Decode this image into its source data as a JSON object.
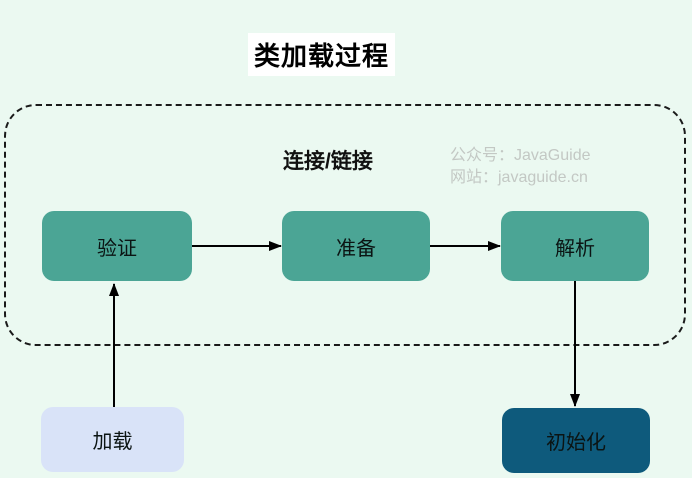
{
  "title": "类加载过程",
  "container": {
    "label": "连接/链接"
  },
  "watermark": {
    "line1": "公众号：JavaGuide",
    "line2": "网站：javaguide.cn"
  },
  "nodes": {
    "load": {
      "label": "加载"
    },
    "verify": {
      "label": "验证"
    },
    "prepare": {
      "label": "准备"
    },
    "resolve": {
      "label": "解析"
    },
    "init": {
      "label": "初始化"
    }
  },
  "edges": [
    {
      "from": "load",
      "to": "verify"
    },
    {
      "from": "verify",
      "to": "prepare"
    },
    {
      "from": "prepare",
      "to": "resolve"
    },
    {
      "from": "resolve",
      "to": "init"
    }
  ],
  "colors": {
    "background": "#EBF9F1",
    "stage_fill": "#4BA595",
    "load_fill": "#D9E3F8",
    "init_fill": "#0E5A7C",
    "outline": "#1A1A1A",
    "arrow": "#000000",
    "watermark_text": "#C3C8C4",
    "title_plate": "#FFFFFF"
  }
}
